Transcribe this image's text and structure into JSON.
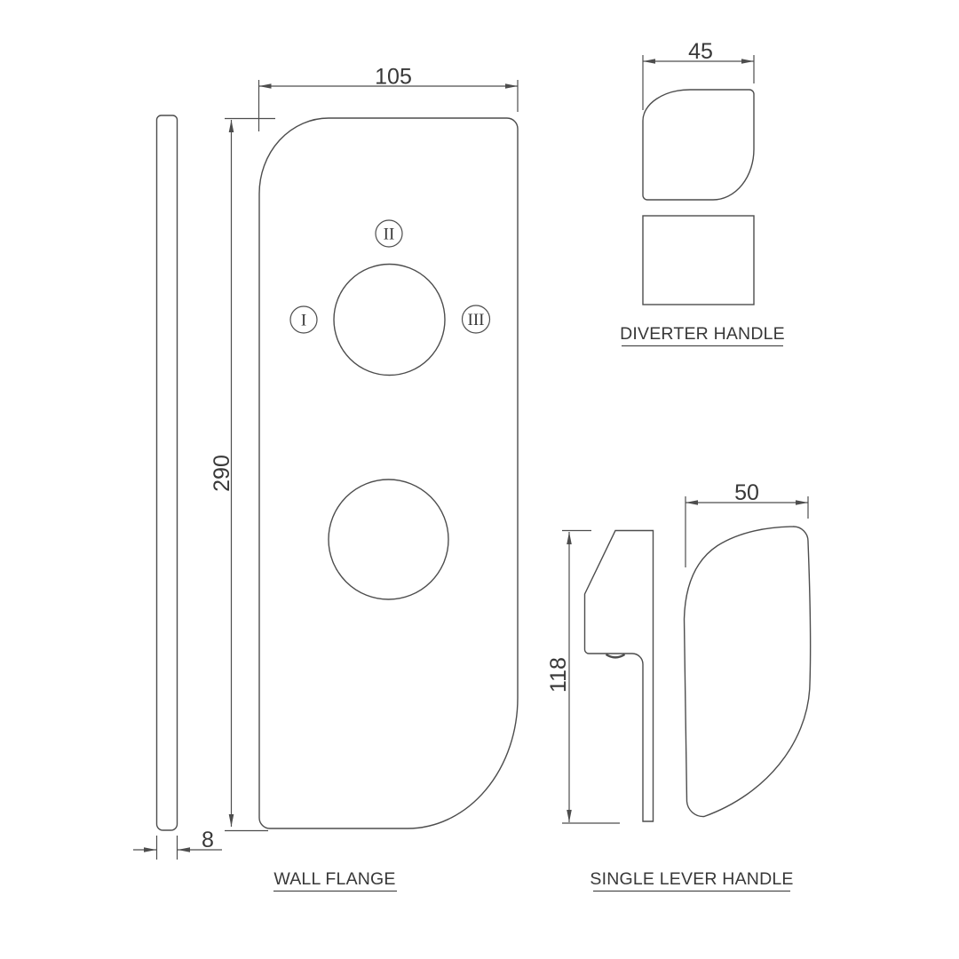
{
  "colors": {
    "background": "#ffffff",
    "line": "#4d4d4d",
    "text": "#383838"
  },
  "wall_flange": {
    "label": "WALL FLANGE",
    "dim_width": "105",
    "dim_height": "290",
    "dim_thickness": "8",
    "ports": [
      "I",
      "II",
      "III"
    ]
  },
  "diverter_handle": {
    "label": "DIVERTER HANDLE",
    "dim_width": "45"
  },
  "single_lever_handle": {
    "label": "SINGLE LEVER HANDLE",
    "dim_width": "50",
    "dim_height": "118"
  }
}
